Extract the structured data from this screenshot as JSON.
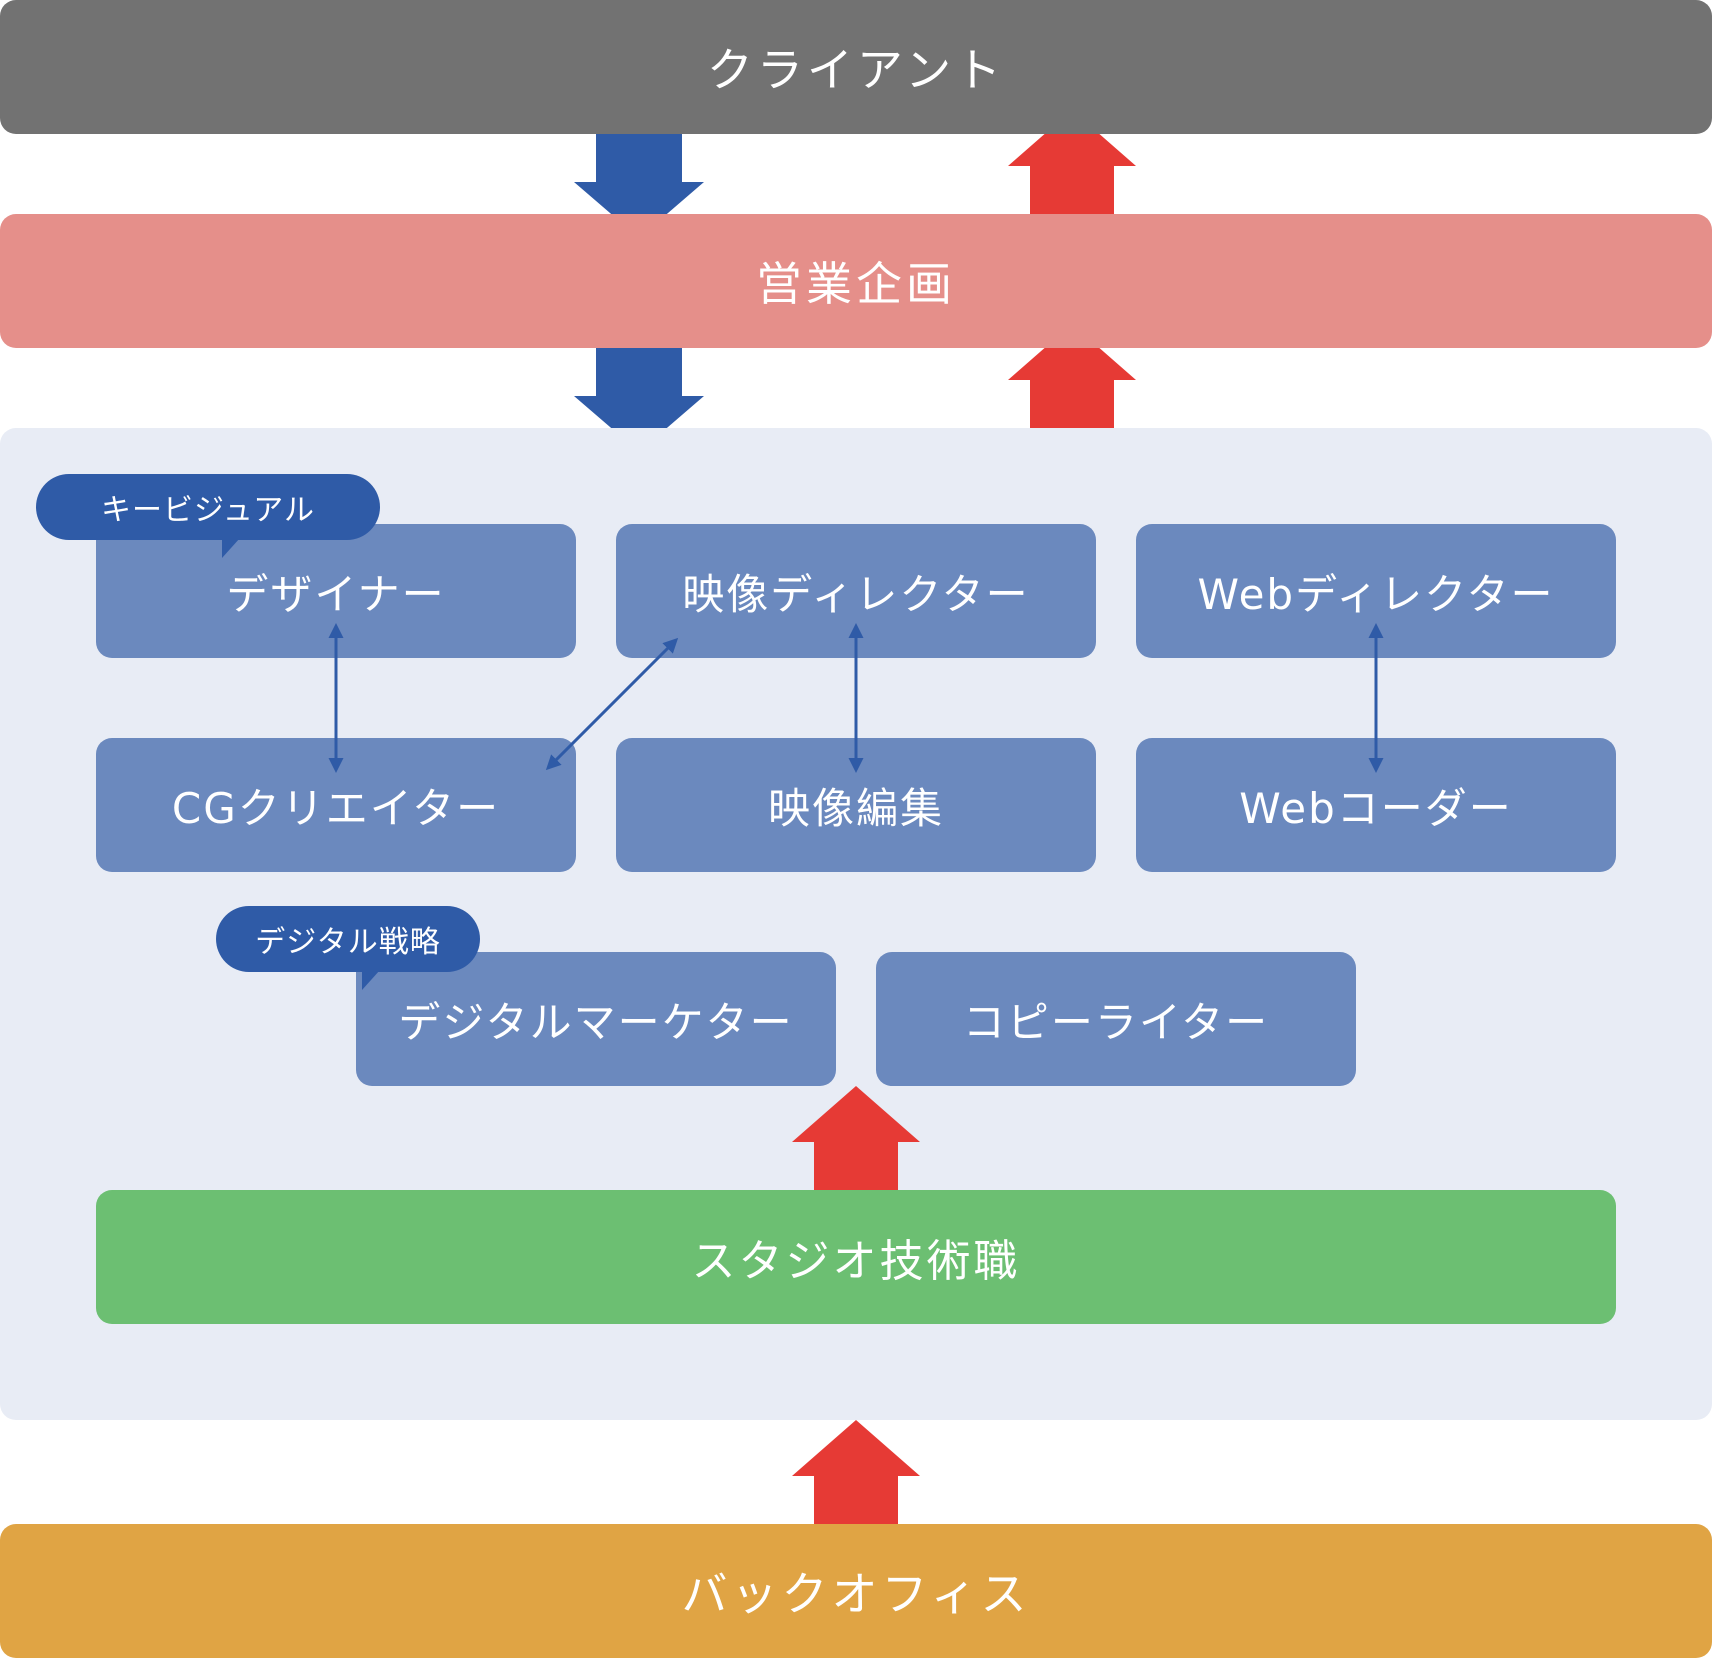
{
  "bands": {
    "client": "クライアント",
    "sales": "営業企画",
    "backoffice": "バックオフィス"
  },
  "roles": {
    "designer": "デザイナー",
    "video_director": "映像ディレクター",
    "web_director": "Webディレクター",
    "cg_creator": "CGクリエイター",
    "video_editing": "映像編集",
    "web_coder": "Webコーダー",
    "digital_marketer": "デジタルマーケター",
    "copywriter": "コピーライター"
  },
  "studio": "スタジオ技術職",
  "bubbles": {
    "key_visual": "キービジュアル",
    "digital_strategy": "デジタル戦略"
  },
  "colors": {
    "client": "#727272",
    "sales": "#e58f8a",
    "panel": "#e8ecf5",
    "role": "#6b89be",
    "studio": "#6cbf72",
    "backoffice": "#e0a444",
    "down_arrow": "#2f5ba7",
    "up_arrow": "#e63a35",
    "connector": "#2f5ba7"
  }
}
